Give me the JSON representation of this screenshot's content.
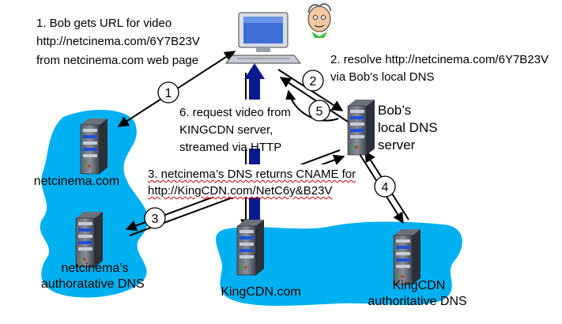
{
  "colors": {
    "cloud": "#00b0f0",
    "arrow_dark": "#000000",
    "arrow_video": "#0a1a8c",
    "server_body": "#3a3f4a",
    "caption_bg": "#ffffff"
  },
  "step1": {
    "line1": "1. Bob gets URL for video",
    "line2": "http://netcinema.com/6Y7B23V",
    "line3": "from netcinema.com web page"
  },
  "step2": {
    "line1": "2. resolve http://netcinema.com/6Y7B23V",
    "line2": "via Bob’s local DNS"
  },
  "step3": {
    "line1": "3. netcinema’s DNS returns CNAME for",
    "line2": "http://KingCDN.com/NetC6y&B23V"
  },
  "step6": {
    "line1": "6. request video from",
    "line2": "KINGCDN server,",
    "line3": "streamed via HTTP"
  },
  "markers": [
    "1",
    "2",
    "3",
    "4",
    "5"
  ],
  "nodes": {
    "netcinema": "netcinema.com",
    "netcinema_dns_line1": "netcinema’s",
    "netcinema_dns_line2": "authoratative DNS",
    "local_dns_line1": "Bob’s",
    "local_dns_line2": "local DNS",
    "local_dns_line3": "server",
    "kingcdn": "KingCDN.com",
    "kingcdn_dns_line1": "KingCDN",
    "kingcdn_dns_line2": "authoritative DNS"
  },
  "icons": {
    "client": "desktop-computer-icon",
    "user": "bob-face-icon",
    "server": "server-tower-icon"
  }
}
